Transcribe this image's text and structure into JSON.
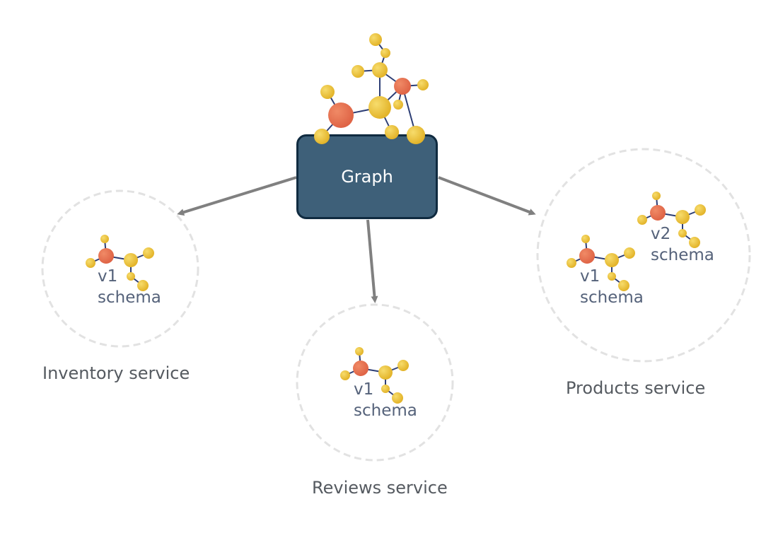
{
  "graph": {
    "label": "Graph"
  },
  "services": [
    {
      "name": "Inventory service",
      "schemas": [
        {
          "version": "v1",
          "word": "schema"
        }
      ]
    },
    {
      "name": "Reviews service",
      "schemas": [
        {
          "version": "v1",
          "word": "schema"
        }
      ]
    },
    {
      "name": "Products service",
      "schemas": [
        {
          "version": "v1",
          "word": "schema"
        },
        {
          "version": "v2",
          "word": "schema"
        }
      ]
    }
  ],
  "colors": {
    "node_yellow": "#eec12f",
    "node_orange": "#e6724d",
    "edge": "#2d3e75",
    "arrow": "#808080",
    "circle_dash": "#e2e2e2",
    "box_fill": "#3e6079",
    "box_border": "#102b40"
  }
}
